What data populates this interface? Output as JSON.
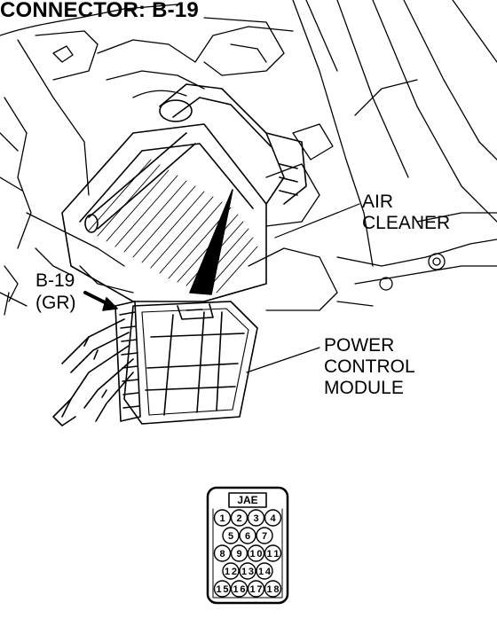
{
  "title": "CONNECTOR: B-19",
  "labels": {
    "air_cleaner_line1": "AIR",
    "air_cleaner_line2": "CLEANER",
    "connector_id": "B-19",
    "connector_color": "(GR)",
    "pcm_line1": "POWER",
    "pcm_line2": "CONTROL",
    "pcm_line3": "MODULE"
  },
  "connector_face": {
    "maker": "JAE",
    "rows": [
      [
        "1",
        "2",
        "3",
        "4"
      ],
      [
        "5",
        "6",
        "7"
      ],
      [
        "8",
        "9",
        "10",
        "11"
      ],
      [
        "12",
        "13",
        "14"
      ],
      [
        "15",
        "16",
        "17",
        "18"
      ]
    ]
  }
}
